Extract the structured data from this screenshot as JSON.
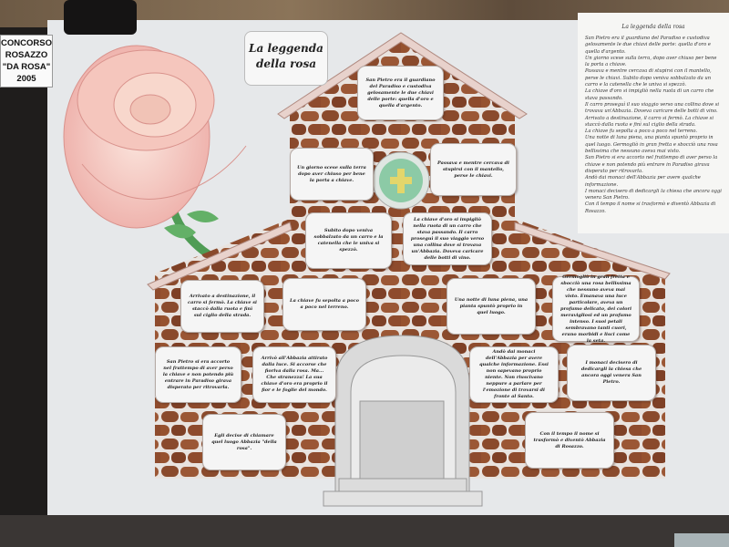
{
  "label": {
    "line1": "CONCORSO",
    "line2": "ROSAZZO",
    "line3": "\"DA ROSA\"",
    "year": "2005"
  },
  "title": {
    "line1": "La leggenda",
    "line2": "della rosa"
  },
  "side_text": {
    "title": "La leggenda della rosa",
    "paragraphs": [
      "San Pietro era il guardiano del Paradiso e custodiva gelosamente le due chiavi delle porte: quella d'oro e quella d'argento.",
      "Un giorno scese sulla terra, dopo aver chiuso per bene la porta a chiave.",
      "Passava e mentre cercava di stupirsi con il mantello, perse le chiavi. Subito dopo veniva sobbalzato da un carro e la catenella che le univa si spezzò.",
      "La chiave d'oro si impigliò nella ruota di un carro che stava passando.",
      "Il carro proseguì il suo viaggio verso una collina dove si trovava un'Abbazia. Doveva caricare delle botti di vino.",
      "Arrivato a destinazione, il carro si fermò. La chiave si staccò dalla ruota e finì sul ciglio della strada.",
      "La chiave fu sepolta a poco a poco nel terreno.",
      "Una notte di luna piena, una pianta spuntò proprio in quel luogo. Germogliò in gran fretta e sbocciò una rosa bellissima che nessuno aveva mai visto.",
      "San Pietro si era accorto nel frattempo di aver perso la chiave e non potendo più entrare in Paradiso girava disperato per ritrovarla.",
      "Andò dai monaci dell'Abbazia per avere qualche informazione.",
      "I monaci decisero di dedicargli la chiesa che ancora oggi venera San Pietro.",
      "Con il tempo il nome si trasformò e diventò Abbazia di Rosazzo."
    ]
  },
  "notes": [
    "San Pietro era il guardiano del Paradiso e custodiva gelosamente le due chiavi delle porte: quella d'oro e quella d'argento.",
    "Un giorno scese sulla terra dopo aver chiuso per bene la porta a chiave.",
    "Passava e mentre cercava di stupirsi con il mantello, perse le chiavi.",
    "Subito dopo veniva sobbalzato da un carro e la catenella che le univa si spezzò.",
    "La chiave d'oro si impigliò nella ruota di un carro che stava passando. Il carro proseguì il suo viaggio verso una collina dove si trovava un'Abbazia. Doveva caricare delle botti di vino.",
    "Arrivato a destinazione, il carro si fermò. La chiave si staccò dalla ruota e finì sul ciglio della strada.",
    "La chiave fu sepolta a poco a poco nel terreno.",
    "Una notte di luna piena, una pianta spuntò proprio in quel luogo.",
    "Germogliò in gran fretta e sbocciò una rosa bellissima che nessuno aveva mai visto. Emanava una luce particolare, aveva un profumo delicato, dei colori meravigliosi ed un profumo intenso. I suoi petali sembravano tanti cuori, erano morbidi e lisci come la seta.",
    "San Pietro si era accorto nel frattempo di aver perso la chiave e non potendo più entrare in Paradiso girava disperato per ritrovarla.",
    "Arrivò all'Abbazia attirato dalla luce. Si accorse che fioriva dalla rosa. Ma... Che stranezza! La sua chiave d'oro era proprio il fior e le foglie del mondo.",
    "Andò dai monaci dell'Abbazia per avere qualche informazione. Essi non sapevano proprio niente. Non riuscivano neppure a parlare per l'emozione di trovarsi di fronte al Santo.",
    "I monaci decisero di dedicargli la chiesa che ancora oggi venera San Pietro.",
    "Egli decise di chiamare quel luogo Abbazia \"della rosa\".",
    "Con il tempo il nome si trasformò e diventò Abbazia di Rosazzo."
  ],
  "colors": {
    "stone": "#8a4a2c",
    "rose": "#f2b8b0",
    "leaf": "#5fae62",
    "paper": "#e6e8ea"
  }
}
